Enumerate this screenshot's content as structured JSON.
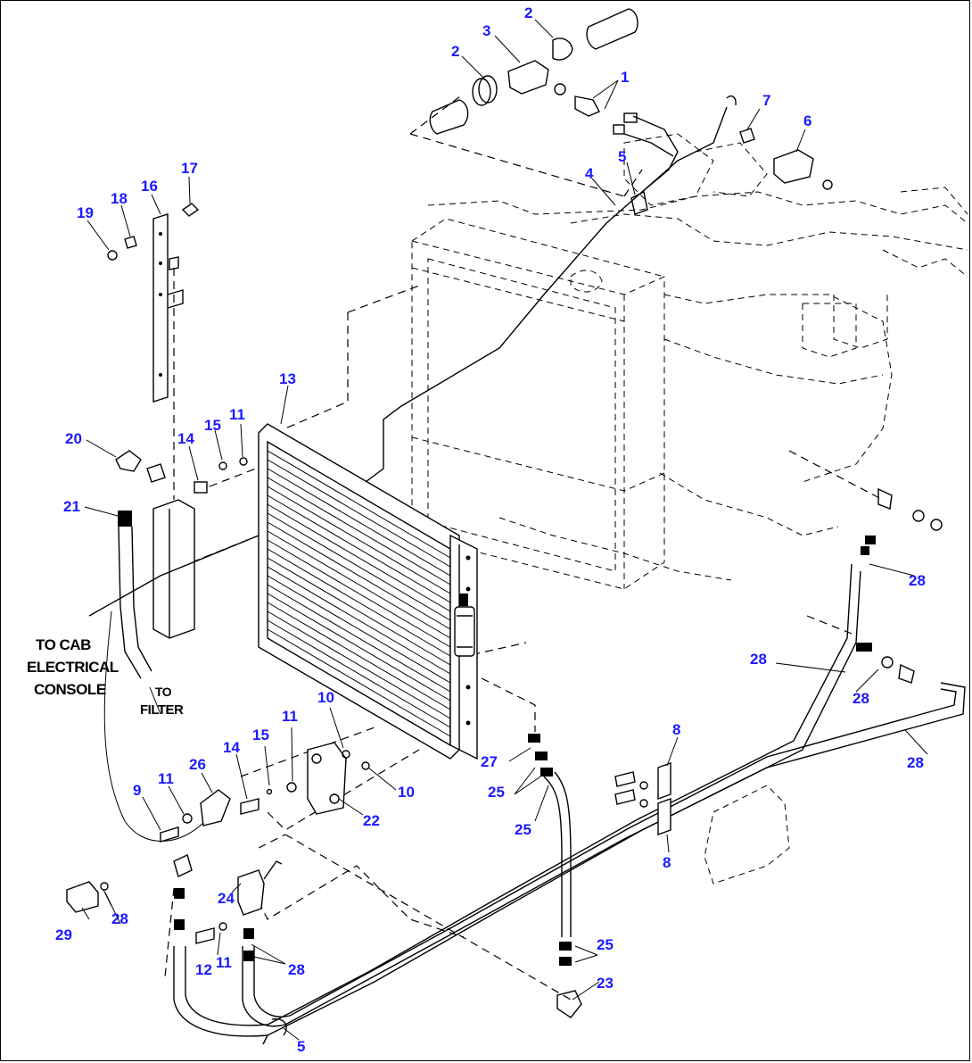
{
  "colors": {
    "callout": "#1a1aff",
    "line": "#000000",
    "background": "#ffffff"
  },
  "notes": {
    "cab_line1": "TO CAB",
    "cab_line2": "ELECTRICAL",
    "cab_line3": "CONSOLE",
    "filter_line1": "TO",
    "filter_line2": "FILTER"
  },
  "callouts": {
    "c1": "1",
    "c2a": "2",
    "c2b": "2",
    "c3": "3",
    "c4": "4",
    "c5a": "5",
    "c5b": "5",
    "c6": "6",
    "c7": "7",
    "c8a": "8",
    "c8b": "8",
    "c9": "9",
    "c10a": "10",
    "c10b": "10",
    "c11a": "11",
    "c11b": "11",
    "c11c": "11",
    "c11d": "11",
    "c12": "12",
    "c13": "13",
    "c14a": "14",
    "c14b": "14",
    "c15a": "15",
    "c15b": "15",
    "c16": "16",
    "c17": "17",
    "c18": "18",
    "c19": "19",
    "c20": "20",
    "c21": "21",
    "c22": "22",
    "c23": "23",
    "c24": "24",
    "c25a": "25",
    "c25b": "25",
    "c25c": "25",
    "c26": "26",
    "c27": "27",
    "c28a": "28",
    "c28b": "28",
    "c28c": "28",
    "c28d": "28",
    "c28e": "28",
    "c28f": "28",
    "c29": "29"
  }
}
